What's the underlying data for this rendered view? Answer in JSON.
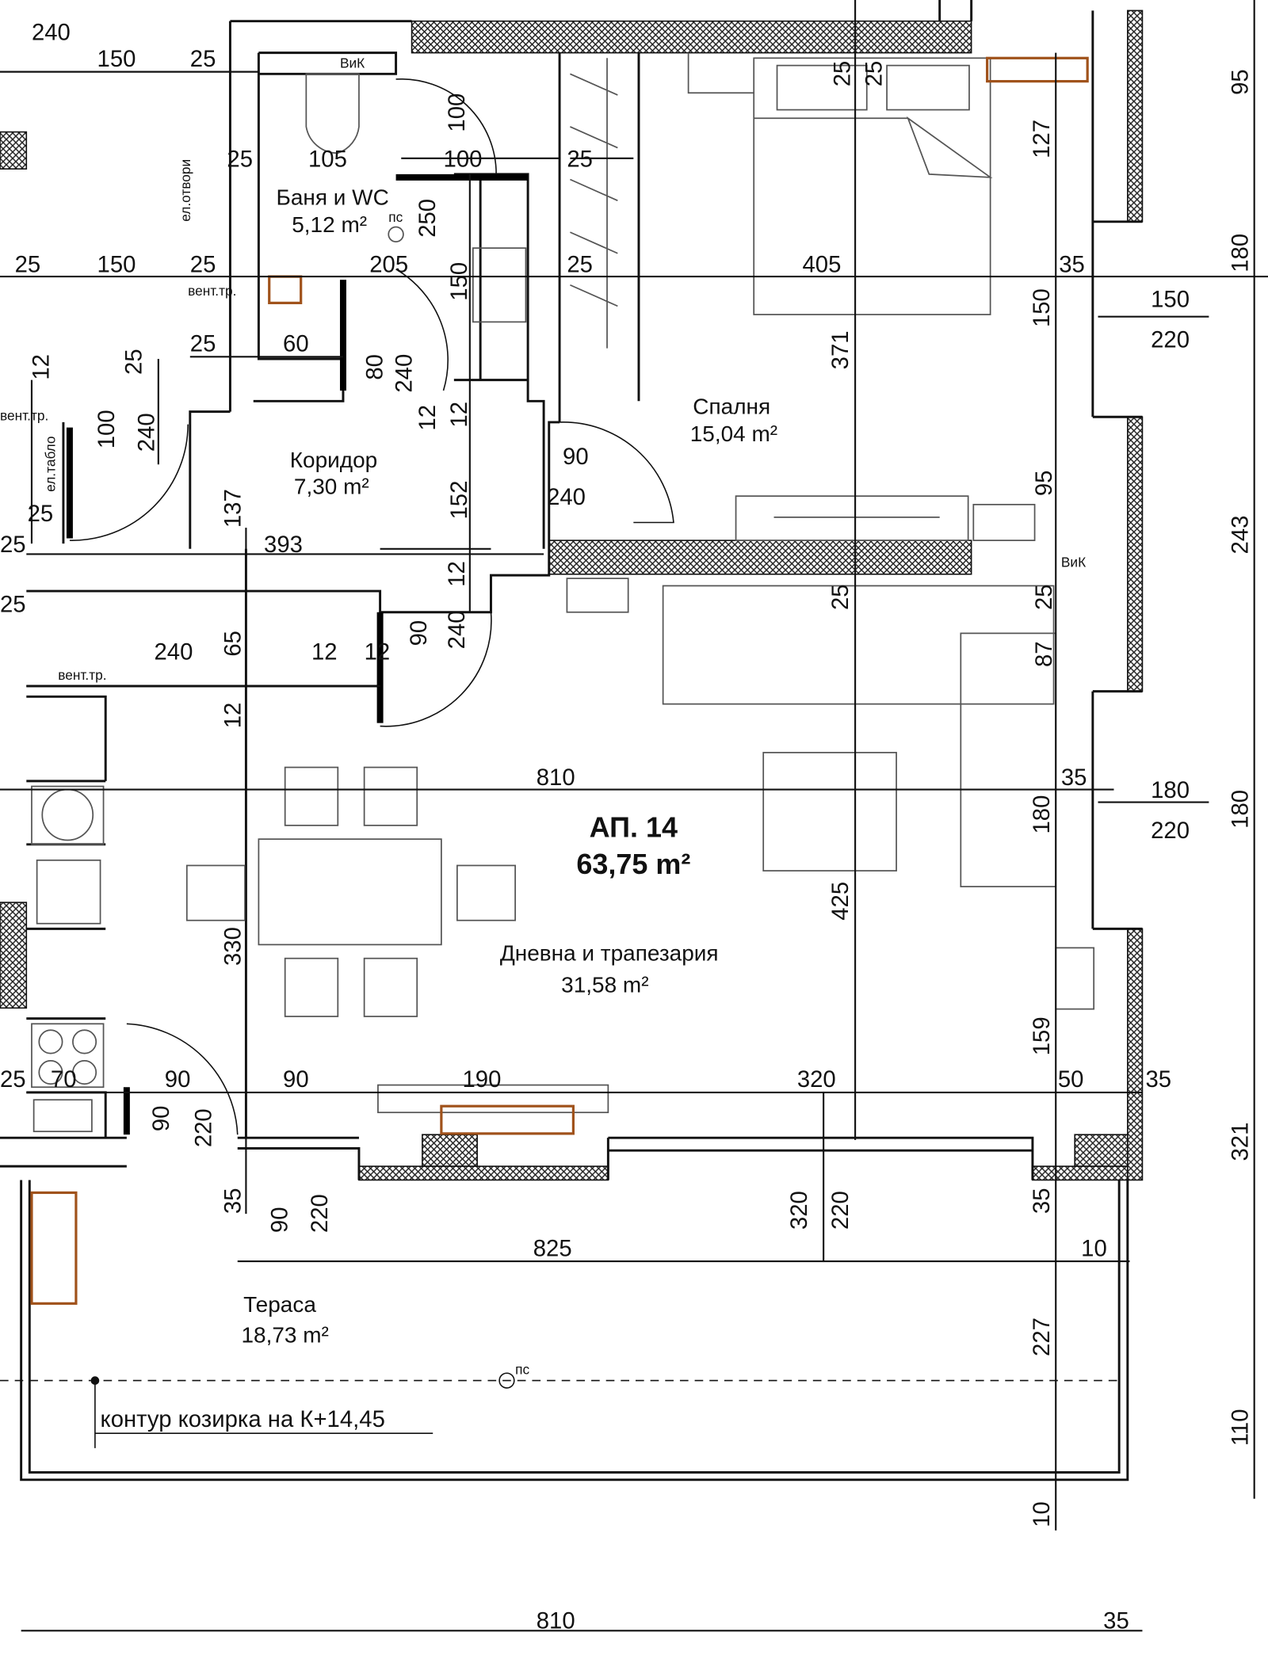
{
  "plan": {
    "apartment": {
      "name": "АП. 14",
      "area": "63,75 m²"
    },
    "rooms": [
      {
        "name": "Баня и WC",
        "area": "5,12 m²"
      },
      {
        "name": "Коридор",
        "area": "7,30 m²"
      },
      {
        "name": "Спалня",
        "area": "15,04 m²"
      },
      {
        "name": "Дневна и трапезария",
        "area": "31,58 m²"
      },
      {
        "name": "Тераса",
        "area": "18,73 m²"
      }
    ],
    "labels": {
      "vik": "ВиК",
      "el_otvori": "ел.отвори",
      "vent_tr": "вент.тр.",
      "el_tablo": "ел.табло",
      "ps": "пс",
      "canopy": "контур козирка на К+14,45"
    },
    "dims_h": [
      "240",
      "150",
      "25",
      "25",
      "105",
      "100",
      "25",
      "25",
      "150",
      "25",
      "205",
      "25",
      "405",
      "35",
      "150",
      "220",
      "25",
      "60",
      "90",
      "240",
      "393",
      "25",
      "25",
      "25",
      "240",
      "12",
      "12",
      "810",
      "35",
      "180",
      "220",
      "25",
      "70",
      "90",
      "90",
      "190",
      "320",
      "50",
      "35",
      "825",
      "10",
      "810",
      "35"
    ],
    "dims_v": [
      "25",
      "25",
      "127",
      "100",
      "250",
      "150",
      "150",
      "371",
      "80",
      "240",
      "12",
      "12",
      "100",
      "25",
      "240",
      "12",
      "137",
      "152",
      "95",
      "65",
      "12",
      "90",
      "240",
      "12",
      "25",
      "25",
      "87",
      "180",
      "425",
      "330",
      "159",
      "90",
      "220",
      "35",
      "90",
      "220",
      "320",
      "220",
      "35",
      "227",
      "10",
      "95",
      "180",
      "243",
      "180",
      "321",
      "110"
    ],
    "colors": {
      "lines": "#111111",
      "fixtures": "#a0521b",
      "furniture": "#555555"
    }
  }
}
